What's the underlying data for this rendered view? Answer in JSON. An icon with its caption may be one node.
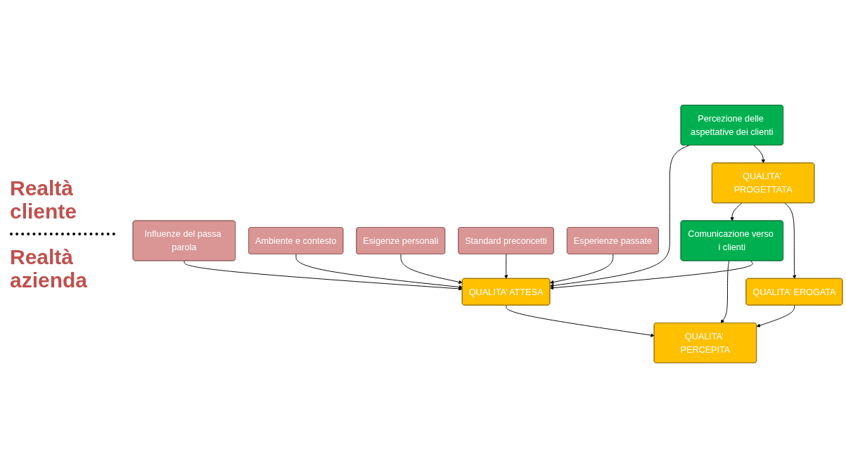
{
  "diagram": {
    "nodes": [
      {
        "text": [
          "Influenze del passa parola"
        ]
      },
      {
        "text": [
          "Ambiente e contesto"
        ]
      },
      {
        "text": [
          "Esigenze personali"
        ]
      },
      {
        "text": [
          "Standard preconcetti"
        ]
      },
      {
        "text": [
          "Esperienze passate"
        ]
      },
      {
        "text": [
          "QUALITA’ ATTESA"
        ]
      },
      {
        "text": [
          "QUALITA’ PERCEPITA"
        ]
      },
      {
        "text": [
          "QUALITA’ EROGATA"
        ]
      },
      {
        "text": [
          "Comunicazione verso i clienti"
        ]
      },
      {
        "text": [
          "QUALITA’ PROGETTATA"
        ]
      },
      {
        "text": [
          "Percezione delle aspettative dei clienti"
        ]
      }
    ],
    "edges": [
      {
        "from": 0,
        "to": 5,
        "arrow": "to"
      },
      {
        "from": 1,
        "to": 5,
        "arrow": "to"
      },
      {
        "from": 2,
        "to": 5,
        "arrow": "to"
      },
      {
        "from": 3,
        "to": 5,
        "arrow": "to"
      },
      {
        "from": 4,
        "to": 5,
        "arrow": "to"
      },
      {
        "from": 5,
        "to": 6,
        "arrow": "to"
      },
      {
        "from": 7,
        "to": 6,
        "arrow": "to"
      },
      {
        "from": 8,
        "to": 5,
        "arrow": "to"
      },
      {
        "from": 8,
        "to": 6,
        "arrow": "to"
      },
      {
        "from": 9,
        "to": 7,
        "arrow": "to"
      },
      {
        "from": 9,
        "to": 8,
        "arrow": "to"
      },
      {
        "from": 10,
        "to": 9,
        "arrow": "to"
      },
      {
        "from": 10,
        "to": 5,
        "arrow": "to"
      }
    ],
    "labels": [
      "Realtà cliente",
      "Realtà azienda"
    ]
  }
}
